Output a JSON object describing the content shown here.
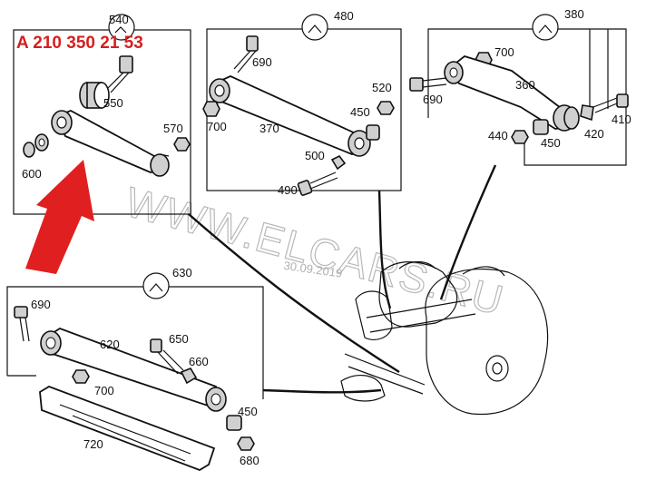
{
  "part_number": {
    "text": "A 210 350 21 53",
    "color": "#d42020"
  },
  "arrow_color": "#e02020",
  "watermark": {
    "text": "WWW.ELCARS.RU",
    "date": "30.09.2019"
  },
  "groups": [
    {
      "id": "540",
      "title": "540",
      "labels": [
        "550",
        "570",
        "600"
      ]
    },
    {
      "id": "480",
      "title": "480",
      "labels": [
        "690",
        "700",
        "370",
        "520",
        "450",
        "500",
        "490"
      ]
    },
    {
      "id": "380",
      "title": "380",
      "labels": [
        "700",
        "690",
        "360",
        "410",
        "420",
        "440",
        "450"
      ]
    },
    {
      "id": "630",
      "title": "630",
      "labels": [
        "690",
        "620",
        "650",
        "660",
        "700",
        "450",
        "720",
        "680"
      ]
    }
  ]
}
